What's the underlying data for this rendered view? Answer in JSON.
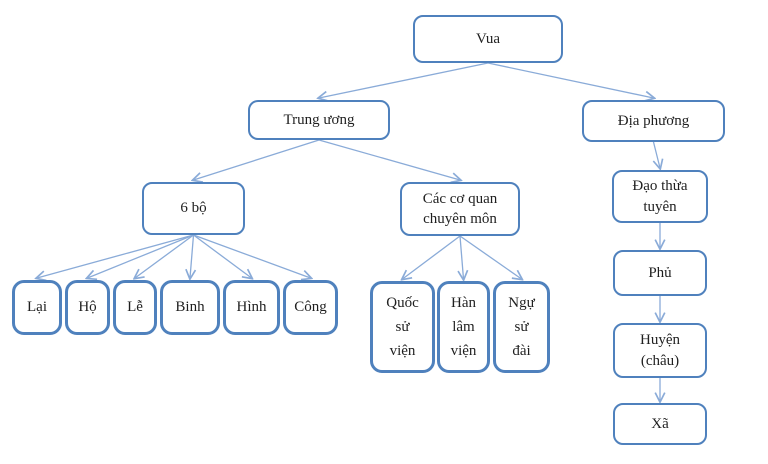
{
  "colors": {
    "box_border": "#4f81bd",
    "arrow": "#8aabd8",
    "text": "#1f1f1f"
  },
  "nodes": {
    "vua": {
      "label": "Vua"
    },
    "trung_uong": {
      "label": "Trung ương"
    },
    "dia_phuong": {
      "label": "Địa phương"
    },
    "six_bo": {
      "label": "6 bộ"
    },
    "chuyen_mon": {
      "label": "Các cơ quan\nchuyên môn"
    },
    "ministries": [
      {
        "label": "Lại"
      },
      {
        "label": "Hộ"
      },
      {
        "label": "Lễ"
      },
      {
        "label": "Binh"
      },
      {
        "label": "Hình"
      },
      {
        "label": "Công"
      }
    ],
    "agencies": [
      {
        "label": "Quốc\nsử\nviện"
      },
      {
        "label": "Hàn\nlâm\nviện"
      },
      {
        "label": "Ngự\nsử\nđài"
      }
    ],
    "dao_thua_tuyen": {
      "label": "Đạo thừa\ntuyên"
    },
    "phu": {
      "label": "Phủ"
    },
    "huyen": {
      "label": "Huyện\n(châu)"
    },
    "xa": {
      "label": "Xã"
    }
  },
  "edges": [
    {
      "from": "vua",
      "to": "trung_uong"
    },
    {
      "from": "vua",
      "to": "dia_phuong"
    },
    {
      "from": "trung_uong",
      "to": "six_bo"
    },
    {
      "from": "trung_uong",
      "to": "chuyen_mon"
    },
    {
      "from": "six_bo",
      "to": "lai"
    },
    {
      "from": "six_bo",
      "to": "ho"
    },
    {
      "from": "six_bo",
      "to": "le"
    },
    {
      "from": "six_bo",
      "to": "binh"
    },
    {
      "from": "six_bo",
      "to": "hinh"
    },
    {
      "from": "six_bo",
      "to": "cong"
    },
    {
      "from": "chuyen_mon",
      "to": "quoc"
    },
    {
      "from": "chuyen_mon",
      "to": "han"
    },
    {
      "from": "chuyen_mon",
      "to": "ngu"
    },
    {
      "from": "dia_phuong",
      "to": "dao"
    },
    {
      "from": "dao",
      "to": "phu"
    },
    {
      "from": "phu",
      "to": "huyen"
    },
    {
      "from": "huyen",
      "to": "xa"
    }
  ]
}
